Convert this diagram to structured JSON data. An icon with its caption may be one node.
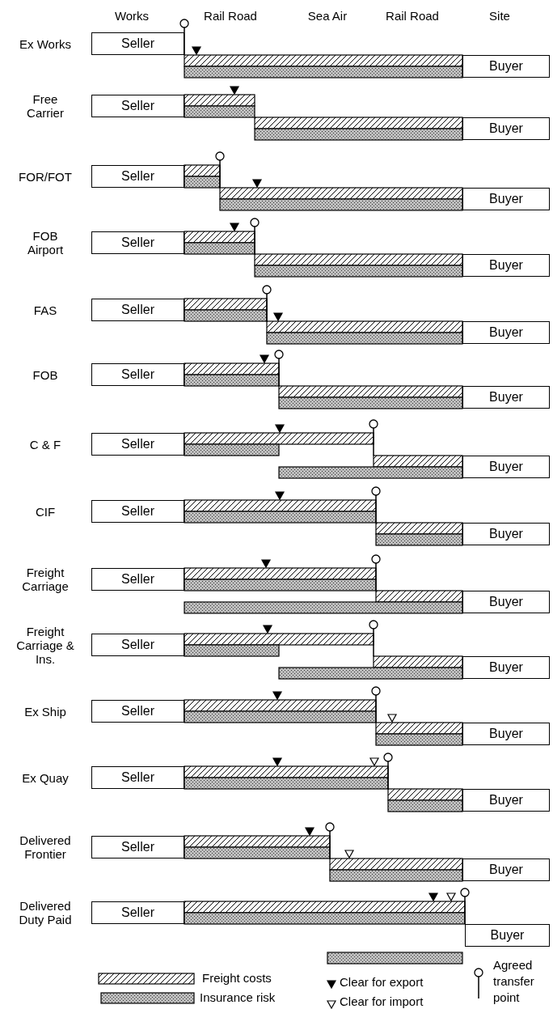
{
  "diagram": {
    "nodes": [
      {
        "text": [
          "Seller"
        ],
        "beside": [
          "Ex Works"
        ]
      },
      {
        "text": [
          "Buyer"
        ]
      },
      {
        "text": [
          "Seller"
        ],
        "beside": [
          "Free Carrier"
        ]
      },
      {
        "text": [
          "Buyer"
        ]
      },
      {
        "text": [
          "Seller"
        ],
        "beside": [
          "FOR/FOT"
        ]
      },
      {
        "text": [
          "Buyer"
        ]
      },
      {
        "text": [
          "Seller"
        ],
        "beside": [
          "FOB Airport"
        ]
      },
      {
        "text": [
          "Buyer"
        ]
      },
      {
        "text": [
          "Seller"
        ],
        "beside": [
          "FAS"
        ]
      },
      {
        "text": [
          "Buyer"
        ]
      },
      {
        "text": [
          "Seller"
        ],
        "beside": [
          "FOB"
        ]
      },
      {
        "text": [
          "Buyer"
        ]
      },
      {
        "text": [
          "Seller"
        ],
        "beside": [
          "C & F"
        ]
      },
      {
        "text": [
          "Buyer"
        ]
      },
      {
        "text": [
          "Seller"
        ],
        "beside": [
          "CIF"
        ]
      },
      {
        "text": [
          "Buyer"
        ]
      },
      {
        "text": [
          "Seller"
        ],
        "beside": [
          "Freight Carriage"
        ]
      },
      {
        "text": [
          "Buyer"
        ]
      },
      {
        "text": [
          "Seller"
        ],
        "beside": [
          "Freight Carriage & Ins."
        ]
      },
      {
        "text": [
          "Buyer"
        ]
      },
      {
        "text": [
          "Seller"
        ],
        "beside": [
          "Ex Ship"
        ]
      },
      {
        "text": [
          "Buyer"
        ]
      },
      {
        "text": [
          "Seller"
        ],
        "beside": [
          "Ex Quay"
        ]
      },
      {
        "text": [
          "Buyer"
        ]
      },
      {
        "text": [
          "Seller"
        ],
        "beside": [
          "Delivered Frontier"
        ]
      },
      {
        "text": [
          "Buyer"
        ]
      },
      {
        "text": [
          "Seller"
        ],
        "beside": [
          "Delivered Duty Paid"
        ]
      },
      {
        "text": [
          "Buyer"
        ]
      },
      {
        "text": [],
        "shape": "bar"
      }
    ],
    "labels": [
      "Works",
      "Rail Road",
      "Sea Air",
      "Rail Road",
      "Site"
    ],
    "legend": [
      {
        "text": "Freight costs"
      },
      {
        "text": "Insurance risk"
      },
      {
        "text": "Clear for export"
      },
      {
        "text": "Clear for import"
      },
      {
        "text": "Agreed transfer point"
      }
    ]
  }
}
